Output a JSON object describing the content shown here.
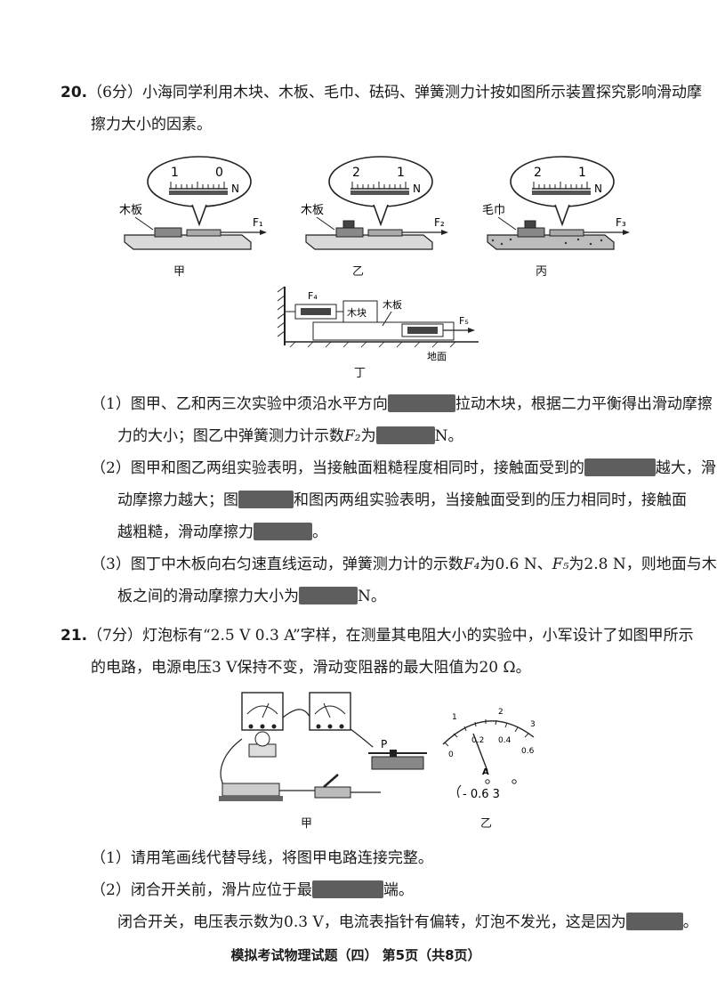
{
  "q20": {
    "number": "20.",
    "stem_line1": "（6分）小海同学利用木块、木板、毛巾、砝码、弹簧测力计按如图所示装置探究影响滑动摩",
    "stem_line2": "擦力大小的因素。",
    "fig_jia": {
      "caption": "甲",
      "scale_left": "1",
      "scale_right": "0",
      "unit": "N",
      "surface": "木板",
      "force": "F₁"
    },
    "fig_yi": {
      "caption": "乙",
      "scale_left": "2",
      "scale_right": "1",
      "unit": "N",
      "surface": "木板",
      "force": "F₂"
    },
    "fig_bing": {
      "caption": "丙",
      "scale_left": "2",
      "scale_right": "1",
      "unit": "N",
      "surface": "毛巾",
      "force": "F₃"
    },
    "fig_ding": {
      "caption": "丁",
      "f4": "F₄",
      "f5": "F₅",
      "block": "木块",
      "board": "木板",
      "ground": "地面"
    },
    "p1_a": "（1）图甲、乙和丙三次实验中须沿水平方向",
    "p1_b": "拉动木块，根据二力平衡得出滑动摩擦",
    "p1_c": "力的大小；图乙中弹簧测力计示数",
    "p1_c_var": "F₂",
    "p1_c_mid": "为",
    "p1_d": "N。",
    "p2_a": "（2）图甲和图乙两组实验表明，当接触面粗糙程度相同时，接触面受到的",
    "p2_b": "越大，滑",
    "p2_c": "动摩擦力越大；图",
    "p2_d": "和图丙两组实验表明，当接触面受到的压力相同时，接触面",
    "p2_e": "越粗糙，滑动摩擦力",
    "p2_f": "。",
    "p3_a": "（3）图丁中木板向右匀速直线运动，弹簧测力计的示数",
    "p3_f4": "F₄",
    "p3_b": "为0.6 N、",
    "p3_f5": "F₅",
    "p3_c": "为2.8 N，则地面与木",
    "p3_d": "板之间的滑动摩擦力大小为",
    "p3_e": "N。"
  },
  "q21": {
    "number": "21.",
    "stem_line1": "（7分）灯泡标有“2.5 V  0.3 A”字样，在测量其电阻大小的实验中，小军设计了如图甲所示",
    "stem_line2": "的电路，电源电压3 V保持不变，滑动变阻器的最大阻值为20 Ω。",
    "fig_jia_caption": "甲",
    "fig_yi_caption": "乙",
    "rheostat_label": "P",
    "meter": {
      "ticks_top": [
        "1",
        "2",
        "3"
      ],
      "ticks_bottom": [
        "0",
        "0.2",
        "0.4",
        "0.6"
      ],
      "unit": "A",
      "terminals": "- 0.6  3"
    },
    "p1": "（1）请用笔画线代替导线，将图甲电路连接完整。",
    "p2_a": "（2）闭合开关前，滑片应位于最",
    "p2_b": "端。",
    "p2_c": "闭合开关，电压表示数为0.3 V，电流表指针有偏转，灯泡不发光，这是因为",
    "p2_d": "。"
  },
  "footer": "模拟考试物理试题（四）  第5页（共8页）"
}
